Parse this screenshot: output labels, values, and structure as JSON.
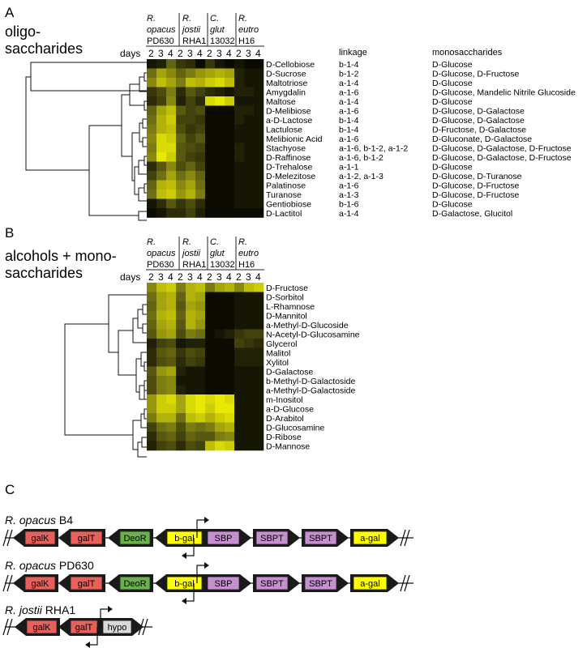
{
  "panels": {
    "A": {
      "letter": "A",
      "title_lines": [
        "oligo-",
        "saccharides"
      ],
      "strains": [
        {
          "lines": [
            "R.",
            "opacus"
          ],
          "code": "PD630"
        },
        {
          "lines": [
            "R.",
            "jostii"
          ],
          "code": "RHA1"
        },
        {
          "lines": [
            "C.",
            "glut"
          ],
          "code": "13032"
        },
        {
          "lines": [
            "R.",
            "eutro"
          ],
          "code": "H16"
        }
      ],
      "days_label": "days",
      "day_values": [
        "2",
        "3",
        "4",
        "2",
        "3",
        "4",
        "2",
        "3",
        "4",
        "2",
        "3",
        "4"
      ],
      "column_headers": {
        "linkage": "linkage",
        "monosaccharides": "monosaccharides"
      },
      "rows": [
        {
          "name": "D-Cellobiose",
          "linkage": "b-1-4",
          "mono": "D-Glucose",
          "values": [
            0.1,
            0.15,
            0.45,
            0.25,
            0.2,
            0.05,
            0.25,
            0.1,
            0.05,
            0.1,
            0.05,
            0.05
          ]
        },
        {
          "name": "D-Sucrose",
          "linkage": "b-1-2",
          "mono": "D-Glucose, D-Fructose",
          "values": [
            0.5,
            0.7,
            0.6,
            0.45,
            0.55,
            0.65,
            0.7,
            0.75,
            0.7,
            0.15,
            0.1,
            0.1
          ]
        },
        {
          "name": "Maltotriose",
          "linkage": "a-1-4",
          "mono": "D-Glucose",
          "values": [
            0.6,
            0.8,
            0.7,
            0.55,
            0.8,
            0.75,
            0.85,
            0.9,
            0.8,
            0.15,
            0.1,
            0.1
          ]
        },
        {
          "name": "Amygdalin",
          "linkage": "a-1-6",
          "mono": "D-Glucose, Mandelic Nitrile Glucoside",
          "values": [
            0.25,
            0.35,
            0.55,
            0.2,
            0.4,
            0.3,
            0.2,
            0.15,
            0.1,
            0.15,
            0.15,
            0.1
          ]
        },
        {
          "name": "Maltose",
          "linkage": "a-1-4",
          "mono": "D-Glucose",
          "values": [
            0.2,
            0.3,
            0.6,
            0.15,
            0.3,
            0.2,
            0.9,
            0.95,
            0.85,
            0.1,
            0.1,
            0.1
          ]
        },
        {
          "name": "D-Melibiose",
          "linkage": "a-1-6",
          "mono": "D-Glucose, D-Galactose",
          "values": [
            0.45,
            0.7,
            0.8,
            0.4,
            0.3,
            0.35,
            0.05,
            0.05,
            0.05,
            0.15,
            0.15,
            0.1
          ]
        },
        {
          "name": "a-D-Lactose",
          "linkage": "b-1-4",
          "mono": "D-Glucose, D-Galactose",
          "values": [
            0.5,
            0.75,
            0.85,
            0.3,
            0.3,
            0.25,
            0.05,
            0.05,
            0.05,
            0.15,
            0.1,
            0.1
          ]
        },
        {
          "name": "Lactulose",
          "linkage": "b-1-4",
          "mono": "D-Fructose, D-Galactose",
          "values": [
            0.55,
            0.75,
            0.8,
            0.35,
            0.25,
            0.3,
            0.05,
            0.05,
            0.05,
            0.1,
            0.1,
            0.1
          ]
        },
        {
          "name": "Melibionic Acid",
          "linkage": "a-1-6",
          "mono": "D-Gluconate, D-Galactose",
          "values": [
            0.6,
            0.9,
            0.85,
            0.45,
            0.3,
            0.4,
            0.05,
            0.05,
            0.05,
            0.1,
            0.1,
            0.1
          ]
        },
        {
          "name": "Stachyose",
          "linkage": "a-1-6, b-1-2, a-1-2",
          "mono": "D-Glucose, D-Galactose, D-Fructose",
          "values": [
            0.55,
            0.9,
            0.9,
            0.4,
            0.35,
            0.3,
            0.05,
            0.05,
            0.05,
            0.15,
            0.1,
            0.1
          ]
        },
        {
          "name": "D-Raffinose",
          "linkage": "a-1-6, b-1-2",
          "mono": "D-Glucose, D-Galactose, D-Fructose",
          "values": [
            0.6,
            0.95,
            0.85,
            0.4,
            0.3,
            0.25,
            0.05,
            0.05,
            0.05,
            0.15,
            0.1,
            0.1
          ]
        },
        {
          "name": "D-Trehalose",
          "linkage": "a-1-1",
          "mono": "D-Glucose",
          "values": [
            0.2,
            0.4,
            0.6,
            0.35,
            0.45,
            0.3,
            0.05,
            0.05,
            0.05,
            0.1,
            0.1,
            0.1
          ]
        },
        {
          "name": "D-Melezitose",
          "linkage": "a-1-2, a-1-3",
          "mono": "D-Glucose, D-Turanose",
          "values": [
            0.3,
            0.5,
            0.7,
            0.5,
            0.6,
            0.45,
            0.05,
            0.05,
            0.05,
            0.1,
            0.1,
            0.1
          ]
        },
        {
          "name": "Palatinose",
          "linkage": "a-1-6",
          "mono": "D-Glucose, D-Fructose",
          "values": [
            0.45,
            0.75,
            0.8,
            0.6,
            0.7,
            0.5,
            0.05,
            0.05,
            0.05,
            0.1,
            0.1,
            0.1
          ]
        },
        {
          "name": "Turanose",
          "linkage": "a-1-3",
          "mono": "D-Glucose, D-Fructose",
          "values": [
            0.5,
            0.8,
            0.85,
            0.65,
            0.75,
            0.55,
            0.05,
            0.05,
            0.05,
            0.1,
            0.1,
            0.1
          ]
        },
        {
          "name": "Gentiobiose",
          "linkage": "b-1-6",
          "mono": "D-Glucose",
          "values": [
            0.1,
            0.2,
            0.4,
            0.25,
            0.35,
            0.2,
            0.05,
            0.05,
            0.05,
            0.1,
            0.1,
            0.1
          ]
        },
        {
          "name": "D-Lactitol",
          "linkage": "a-1-4",
          "mono": "D-Galactose, Glucitol",
          "values": [
            0.05,
            0.1,
            0.2,
            0.2,
            0.3,
            0.15,
            0.05,
            0.05,
            0.05,
            0.05,
            0.05,
            0.05
          ]
        }
      ]
    },
    "B": {
      "letter": "B",
      "title_lines": [
        "alcohols + mono-",
        "saccharides"
      ],
      "strains": [
        {
          "lines": [
            "R.",
            "opacus"
          ],
          "code": "PD630"
        },
        {
          "lines": [
            "R.",
            "jostii"
          ],
          "code": "RHA1"
        },
        {
          "lines": [
            "C.",
            "glut"
          ],
          "code": "13032"
        },
        {
          "lines": [
            "R.",
            "eutro"
          ],
          "code": "H16"
        }
      ],
      "days_label": "days",
      "day_values": [
        "2",
        "3",
        "4",
        "2",
        "3",
        "4",
        "2",
        "3",
        "4",
        "2",
        "3",
        "4"
      ],
      "rows": [
        {
          "name": "D-Fructose",
          "values": [
            0.6,
            0.8,
            0.85,
            0.55,
            0.75,
            0.8,
            0.55,
            0.7,
            0.75,
            0.6,
            0.8,
            0.85
          ]
        },
        {
          "name": "D-Sorbitol",
          "values": [
            0.5,
            0.7,
            0.75,
            0.45,
            0.75,
            0.7,
            0.05,
            0.05,
            0.05,
            0.1,
            0.1,
            0.1
          ]
        },
        {
          "name": "L-Rhamnose",
          "values": [
            0.45,
            0.7,
            0.75,
            0.4,
            0.7,
            0.65,
            0.05,
            0.05,
            0.05,
            0.1,
            0.1,
            0.1
          ]
        },
        {
          "name": "D-Mannitol",
          "values": [
            0.5,
            0.75,
            0.8,
            0.45,
            0.75,
            0.7,
            0.05,
            0.05,
            0.05,
            0.1,
            0.1,
            0.1
          ]
        },
        {
          "name": "a-Methyl-D-Glucoside",
          "values": [
            0.45,
            0.7,
            0.75,
            0.4,
            0.75,
            0.65,
            0.05,
            0.05,
            0.05,
            0.1,
            0.1,
            0.1
          ]
        },
        {
          "name": "N-Acetyl-D-Glucosamine",
          "values": [
            0.4,
            0.65,
            0.7,
            0.35,
            0.55,
            0.5,
            0.05,
            0.1,
            0.15,
            0.25,
            0.3,
            0.3
          ]
        },
        {
          "name": "Glycerol",
          "values": [
            0.15,
            0.3,
            0.35,
            0.1,
            0.15,
            0.15,
            0.05,
            0.05,
            0.05,
            0.3,
            0.25,
            0.2
          ]
        },
        {
          "name": "Malitol",
          "values": [
            0.2,
            0.4,
            0.45,
            0.25,
            0.35,
            0.3,
            0.05,
            0.05,
            0.05,
            0.15,
            0.15,
            0.15
          ]
        },
        {
          "name": "Xylitol",
          "values": [
            0.2,
            0.35,
            0.4,
            0.2,
            0.3,
            0.25,
            0.05,
            0.05,
            0.05,
            0.15,
            0.15,
            0.15
          ]
        },
        {
          "name": "D-Galactose",
          "values": [
            0.4,
            0.65,
            0.7,
            0.15,
            0.1,
            0.1,
            0.05,
            0.05,
            0.05,
            0.1,
            0.1,
            0.1
          ]
        },
        {
          "name": "b-Methyl-D-Galactoside",
          "values": [
            0.35,
            0.55,
            0.6,
            0.1,
            0.1,
            0.1,
            0.05,
            0.05,
            0.05,
            0.1,
            0.1,
            0.1
          ]
        },
        {
          "name": "a-Methyl-D-Galactoside",
          "values": [
            0.35,
            0.55,
            0.6,
            0.15,
            0.1,
            0.1,
            0.05,
            0.05,
            0.05,
            0.1,
            0.1,
            0.1
          ]
        },
        {
          "name": "m-Inositol",
          "values": [
            0.65,
            0.85,
            0.9,
            0.7,
            0.9,
            0.95,
            0.9,
            0.95,
            0.9,
            0.1,
            0.1,
            0.1
          ]
        },
        {
          "name": "a-D-Glucose",
          "values": [
            0.65,
            0.85,
            0.85,
            0.7,
            0.9,
            0.95,
            0.85,
            0.95,
            0.95,
            0.1,
            0.1,
            0.1
          ]
        },
        {
          "name": "D-Arabitol",
          "values": [
            0.55,
            0.75,
            0.75,
            0.5,
            0.8,
            0.85,
            0.75,
            0.85,
            0.9,
            0.1,
            0.1,
            0.1
          ]
        },
        {
          "name": "D-Glucosamine",
          "values": [
            0.3,
            0.5,
            0.55,
            0.35,
            0.55,
            0.5,
            0.55,
            0.7,
            0.75,
            0.1,
            0.1,
            0.1
          ]
        },
        {
          "name": "D-Ribose",
          "values": [
            0.2,
            0.4,
            0.45,
            0.3,
            0.45,
            0.4,
            0.4,
            0.55,
            0.6,
            0.1,
            0.1,
            0.1
          ]
        },
        {
          "name": "D-Mannose",
          "values": [
            0.15,
            0.3,
            0.35,
            0.2,
            0.35,
            0.3,
            0.8,
            0.9,
            0.85,
            0.1,
            0.1,
            0.1
          ]
        }
      ]
    },
    "C": {
      "letter": "C",
      "clusters": [
        {
          "italic": "R. opacus",
          "plain": " B4",
          "genes": [
            {
              "label": "galK",
              "color": "#e8605a",
              "dir": "left"
            },
            {
              "label": "galT",
              "color": "#e8605a",
              "dir": "left"
            },
            {
              "label": "DeoR",
              "color": "#6ab04c",
              "dir": "left"
            },
            {
              "label": "b-gal",
              "color": "#ffff00",
              "dir": "left"
            },
            {
              "label": "SBP",
              "color": "#c58fd0",
              "dir": "right"
            },
            {
              "label": "SBPT",
              "color": "#c58fd0",
              "dir": "right"
            },
            {
              "label": "SBPT",
              "color": "#c58fd0",
              "dir": "right"
            },
            {
              "label": "a-gal",
              "color": "#ffff00",
              "dir": "right"
            }
          ]
        },
        {
          "italic": "R. opacus",
          "plain": " PD630",
          "genes": [
            {
              "label": "galK",
              "color": "#e8605a",
              "dir": "left"
            },
            {
              "label": "galT",
              "color": "#e8605a",
              "dir": "left"
            },
            {
              "label": "DeoR",
              "color": "#6ab04c",
              "dir": "left"
            },
            {
              "label": "b-gal",
              "color": "#ffff00",
              "dir": "left"
            },
            {
              "label": "SBP",
              "color": "#c58fd0",
              "dir": "right"
            },
            {
              "label": "SBPT",
              "color": "#c58fd0",
              "dir": "right"
            },
            {
              "label": "SBPT",
              "color": "#c58fd0",
              "dir": "right"
            },
            {
              "label": "a-gal",
              "color": "#ffff00",
              "dir": "right"
            }
          ]
        },
        {
          "italic": "R. jostii",
          "plain": " RHA1",
          "genes": [
            {
              "label": "galK",
              "color": "#e8605a",
              "dir": "left"
            },
            {
              "label": "galT",
              "color": "#e8605a",
              "dir": "left"
            },
            {
              "label": "hypo",
              "color": "#d9d9d9",
              "dir": "right"
            }
          ]
        }
      ]
    }
  },
  "colors": {
    "heat_low": "#000000",
    "heat_mid": "#6e6e14",
    "heat_high": "#f5f500",
    "arrow": "#1a1a1a"
  }
}
